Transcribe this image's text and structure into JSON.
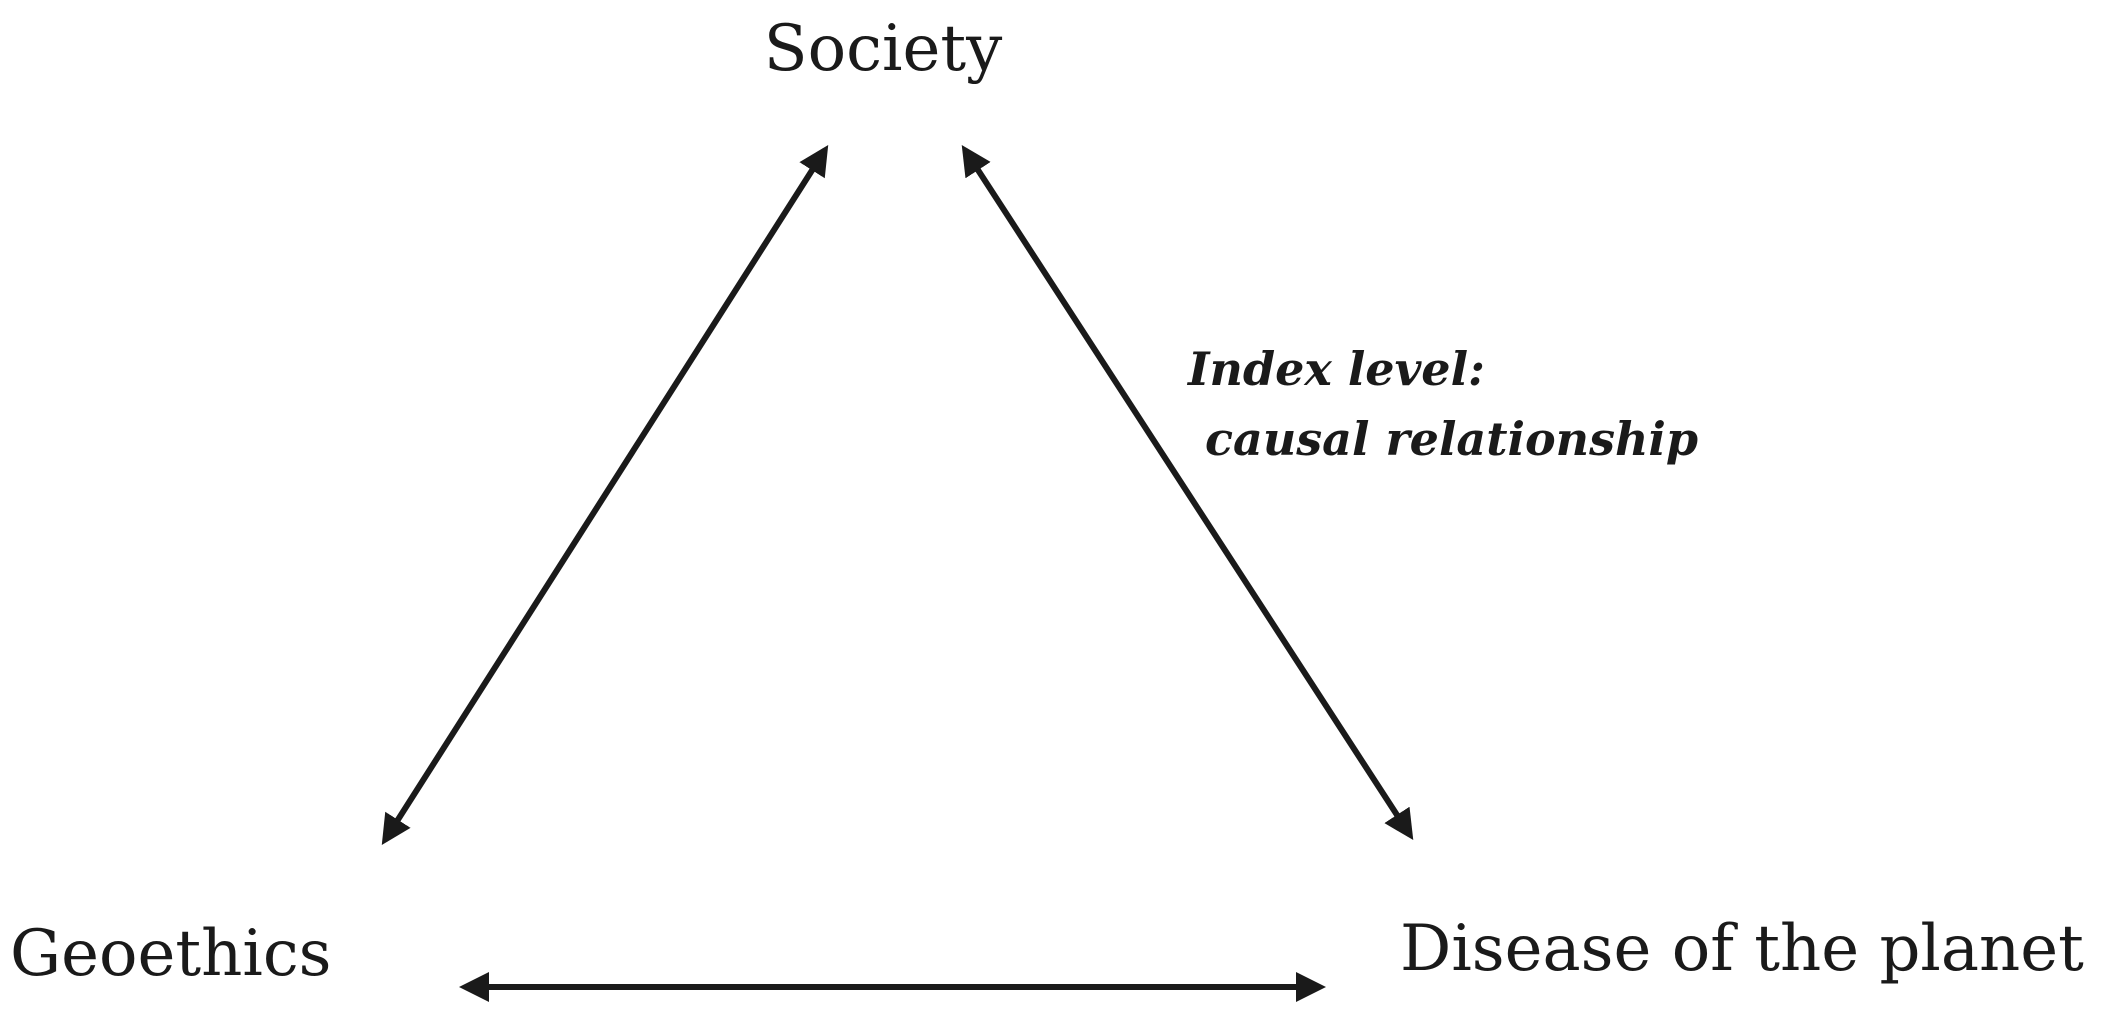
{
  "nodes": {
    "society": "Society",
    "geoethics": "Geoethics",
    "disease": "Disease of the planet"
  },
  "edge_label": {
    "line1": "Index level:",
    "line2": "causal relationship"
  },
  "colors": {
    "ink": "#1a1a1a",
    "background": "#ffffff"
  }
}
